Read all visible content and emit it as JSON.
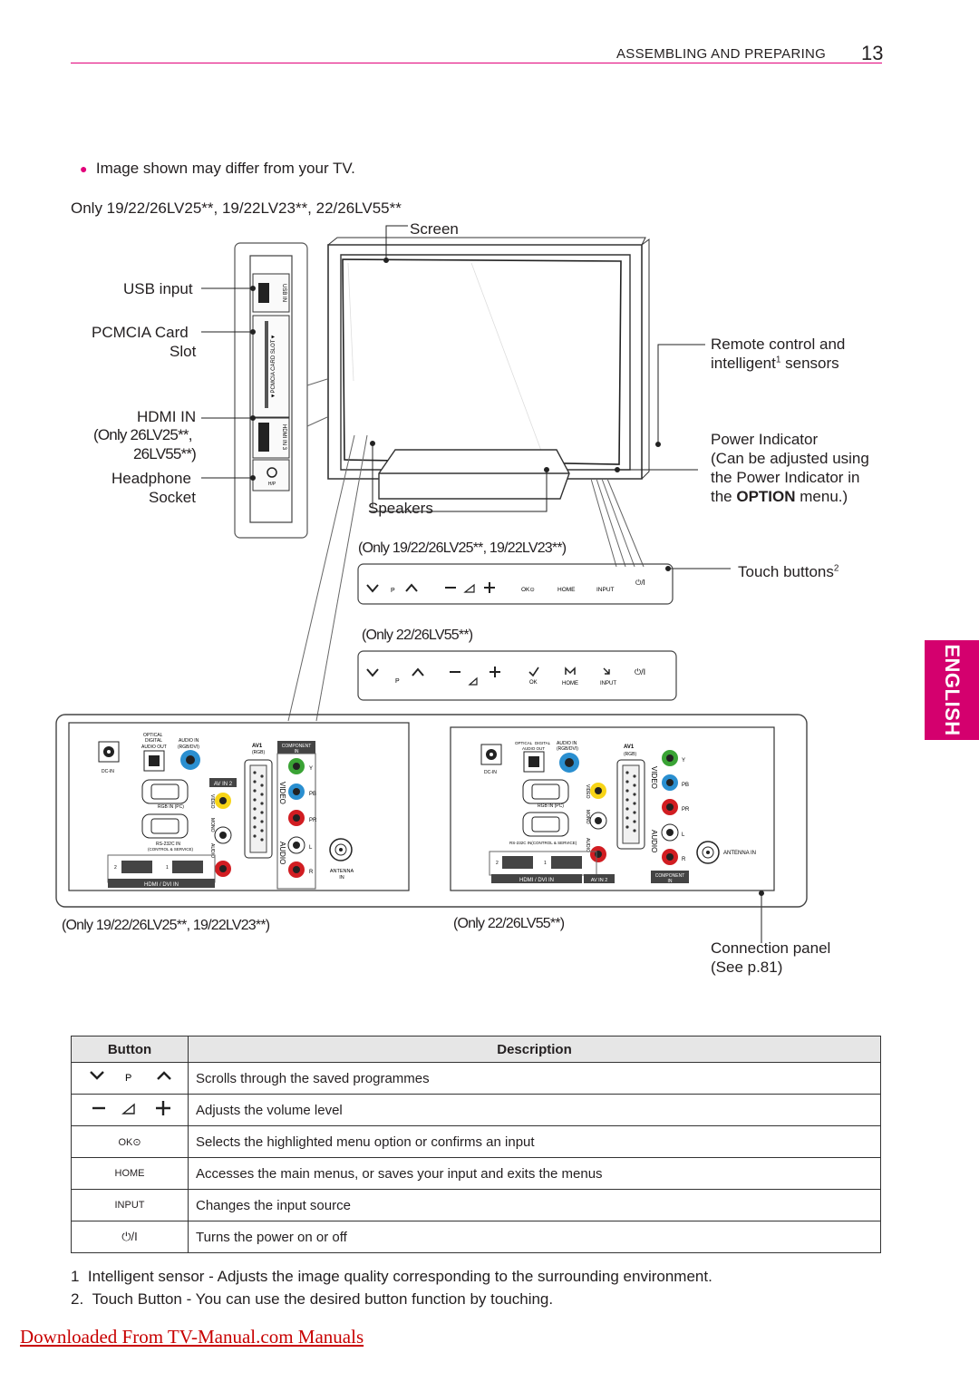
{
  "header": {
    "section": "ASSEMBLING AND PREPARING",
    "page_number": "13"
  },
  "side_tab": {
    "label": "ENGLISH",
    "color": "#d4006e"
  },
  "note_bullet": "Image shown may differ from your TV.",
  "model_note_top": "Only 19/22/26LV25**, 19/22LV23**, 22/26LV55**",
  "callouts": {
    "screen": "Screen",
    "usb_input": "USB input",
    "pcmcia_line1": "PCMCIA Card",
    "pcmcia_line2": "Slot",
    "hdmi_line1": "HDMI IN",
    "hdmi_line2": "(Only 26LV25**,",
    "hdmi_line3": "26LV55**)",
    "headphone_line1": "Headphone",
    "headphone_line2": "Socket",
    "speakers": "Speakers",
    "remote_line1": "Remote control and",
    "remote_line2_pre": "intelligent",
    "remote_line2_sup": "1",
    "remote_line2_post": " sensors",
    "power_line1": "Power Indicator",
    "power_line2": "(Can be adjusted using",
    "power_line3": "the Power Indicator in",
    "power_line4_pre": "the ",
    "power_line4_bold": "OPTION",
    "power_line4_post": " menu.)",
    "touch_buttons": "Touch buttons",
    "touch_buttons_sup": "2",
    "connection_line1": "Connection panel",
    "connection_line2": "(See p.81)"
  },
  "side_panel_labels": {
    "usb": "USB IN",
    "pcmcia": "▼PCMCIA CARD SLOT▼",
    "hdmi": "HDMI IN 3",
    "hp": "H/P"
  },
  "touch_panels": {
    "panel_a_title": "(Only 19/22/26LV25**, 19/22LV23**)",
    "panel_b_title": "(Only 22/26LV55**)",
    "p": "P",
    "ok": "OK⊙",
    "ok_b": "OK",
    "home": "HOME",
    "input": "INPUT",
    "power": "⏻/I"
  },
  "rear_panels": {
    "left_caption": "(Only 19/22/26LV25**, 19/22LV23**)",
    "right_caption": "(Only 22/26LV55**)",
    "optical": "OPTICAL",
    "digital": "DIGITAL",
    "audio_out": "AUDIO OUT",
    "audio_in": "AUDIO IN",
    "rgb_dvi": "(RGB/DVI)",
    "av1": "AV1",
    "rgb": "(RGB)",
    "component": "COMPONENT",
    "in": "IN",
    "dc_in": "DC-IN",
    "rgb_in_pc": "RGB IN (PC)",
    "rs232c": "RS-232C IN",
    "control_service": "(CONTROL & SERVICE)",
    "rs232c_full": "RS-232C IN(CONTROL & SERVICE)",
    "av_in2": "AV IN 2",
    "video": "VIDEO",
    "audio": "AUDIO",
    "mono": "MONO",
    "antenna": "ANTENNA",
    "antenna_in": "ANTENNA IN",
    "hdmi_dvi": "HDMI / DVI IN",
    "y": "Y",
    "pb": "PB",
    "pr": "PR",
    "l": "L",
    "r": "R",
    "one": "1",
    "two": "2"
  },
  "table": {
    "col_button": "Button",
    "col_description": "Description",
    "rows": [
      {
        "icon": "channel-updown-icon",
        "label": "P",
        "description": "Scrolls through the saved programmes"
      },
      {
        "icon": "volume-icon",
        "label": "",
        "description": "Adjusts the volume level"
      },
      {
        "icon": "ok-icon",
        "label": "OK⊙",
        "description": "Selects the highlighted menu option or confirms an input"
      },
      {
        "icon": "home-icon",
        "label": "HOME",
        "description": "Accesses the main menus, or saves your input and exits the menus"
      },
      {
        "icon": "input-icon",
        "label": "INPUT",
        "description": "Changes the input source"
      },
      {
        "icon": "power-icon",
        "label": "⏻/I",
        "description": "Turns the power on or off"
      }
    ]
  },
  "footnotes": [
    {
      "num": "1",
      "text": "Intelligent sensor - Adjusts the image quality corresponding to the surrounding environment."
    },
    {
      "num": "2.",
      "text": "Touch Button - You can use the desired button function by touching."
    }
  ],
  "download_link": "Downloaded From TV-Manual.com Manuals"
}
